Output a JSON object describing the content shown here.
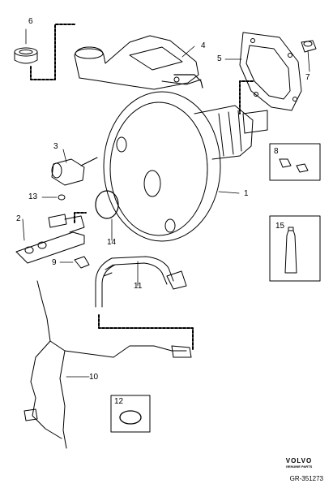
{
  "callouts": {
    "c1": "1",
    "c2": "2",
    "c3": "3",
    "c4": "4",
    "c5": "5",
    "c6": "6",
    "c7": "7",
    "c8": "8",
    "c9": "9",
    "c10": "10",
    "c11": "11",
    "c12": "12",
    "c13": "13",
    "c14": "14",
    "c15": "15"
  },
  "brand": {
    "name": "VOLVO",
    "subtitle": "GENUINE PARTS"
  },
  "reference": "GR-351273"
}
